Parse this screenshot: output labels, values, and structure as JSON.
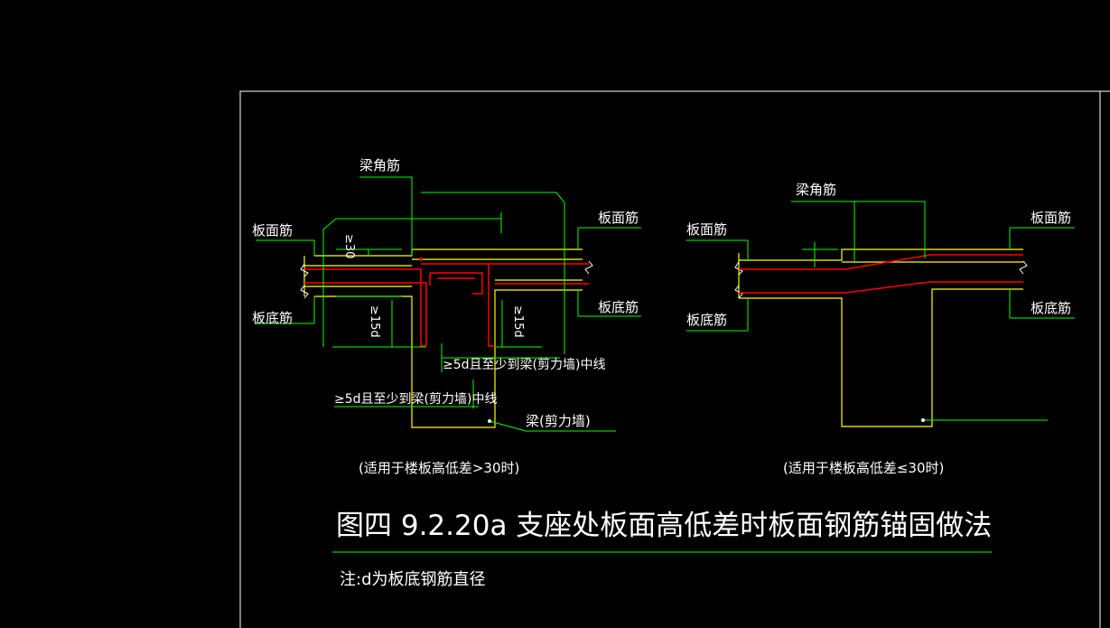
{
  "colors": {
    "background": "#000000",
    "frame": "#ffffff",
    "label_text": "#ffffff",
    "leader": "#00ff00",
    "concrete_outline": "#ffff00",
    "rebar": "#ff0000",
    "small_mark": "#ffffff"
  },
  "left_detail": {
    "beam_corner_bar": "梁角筋",
    "top_bar_left": "板面筋",
    "bottom_bar_left": "板底筋",
    "top_bar_right": "板面筋",
    "bottom_bar_right": "板底筋",
    "dim_30": "≥30",
    "dim_15d_left": "≥15d",
    "dim_15d_right": "≥15d",
    "anchor_note_upper": "≥5d且至少到梁(剪力墙)中线",
    "anchor_note_lower": "≥5d且至少到梁(剪力墙)中线",
    "support_label": "梁(剪力墙)",
    "caption": "(适用于楼板高低差>30时)"
  },
  "right_detail": {
    "beam_corner_bar": "梁角筋",
    "top_bar_left": "板面筋",
    "bottom_bar_left": "板底筋",
    "top_bar_right": "板面筋",
    "bottom_bar_right": "板底筋",
    "caption": "(适用于楼板高低差≤30时)"
  },
  "figure_title": "图四 9.2.20a 支座处板面高低差时板面钢筋锚固做法",
  "note": "注:d为板底钢筋直径"
}
